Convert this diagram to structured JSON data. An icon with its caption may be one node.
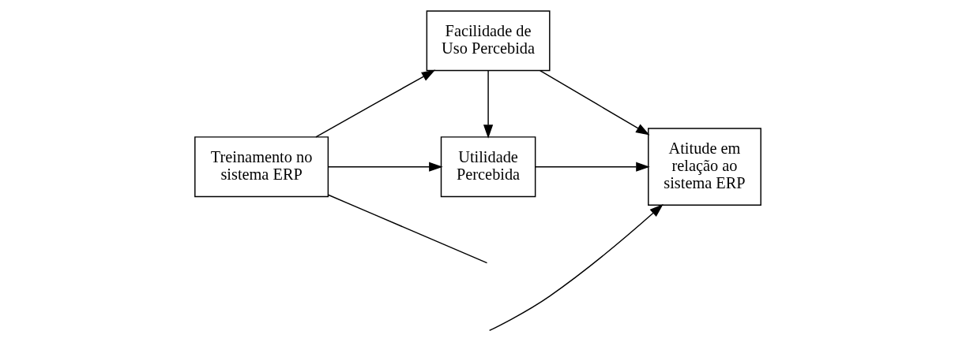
{
  "diagram": {
    "nodes": [
      {
        "text": [
          "Treinamento no sistema ERP"
        ]
      },
      {
        "text": [
          "Facilidade de Uso Percebida"
        ]
      },
      {
        "text": [
          "Utilidade Percebida"
        ]
      },
      {
        "text": [
          "Atitude em relação ao sistema ERP"
        ]
      }
    ],
    "edges": [
      {
        "from": 0,
        "to": 1,
        "arrow": "to"
      },
      {
        "from": 0,
        "to": 2,
        "arrow": "to"
      },
      {
        "from": 1,
        "to": 2,
        "arrow": "to"
      },
      {
        "from": 1,
        "to": 3,
        "arrow": "to"
      },
      {
        "from": 2,
        "to": 3,
        "arrow": "to"
      },
      {
        "from": 0,
        "to": null,
        "arrow": "none"
      },
      {
        "from": null,
        "to": 3,
        "arrow": "to"
      }
    ]
  }
}
